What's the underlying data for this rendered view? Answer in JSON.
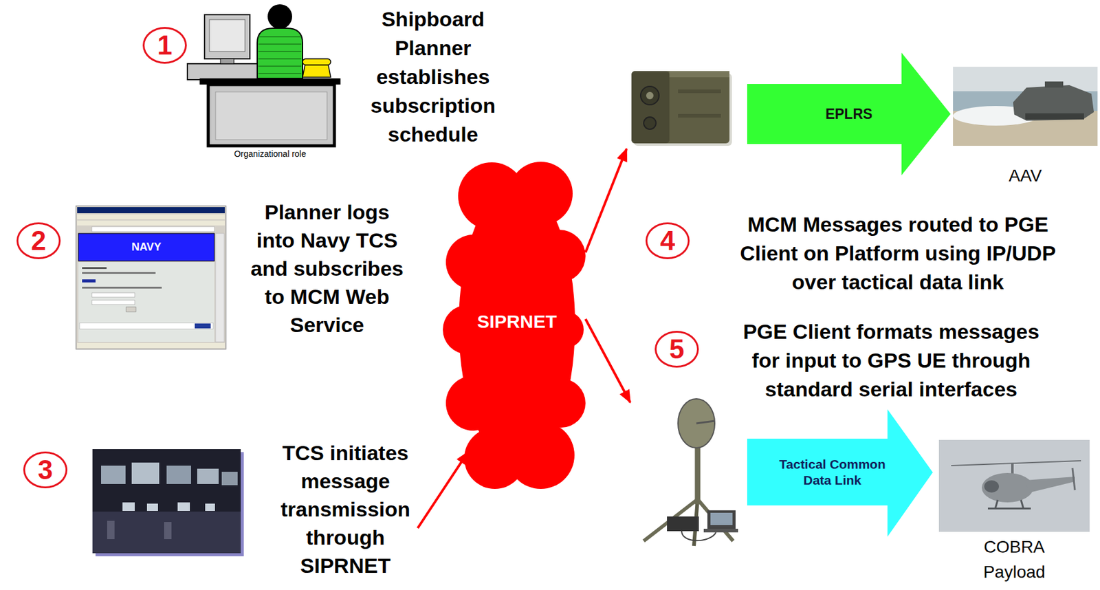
{
  "diagram": {
    "nodes": [
      {
        "text": [
          "SIPRNET"
        ]
      },
      {
        "text": [
          "EPLRS"
        ]
      },
      {
        "text": [
          "AAV"
        ]
      },
      {
        "text": [
          "Tactical Common Data Link"
        ]
      },
      {
        "text": [
          "COBRA Payload"
        ]
      }
    ],
    "edges": [
      {
        "from": 0,
        "to": 1,
        "arrow": "to"
      },
      {
        "from": 0,
        "to": 3,
        "arrow": "to"
      }
    ],
    "labels": [
      "1",
      "Shipboard Planner establishes subscription schedule",
      "Organizational role",
      "2",
      "NAVY",
      "Planner logs into Navy TCS and subscribes to MCM Web Service",
      "3",
      "TCS initiates message transmission through SIPRNET",
      "4",
      "MCM Messages routed to PGE Client on Platform using IP/UDP over tactical data link",
      "5",
      "PGE Client formats messages for input to GPS UE through standard serial interfaces"
    ]
  }
}
